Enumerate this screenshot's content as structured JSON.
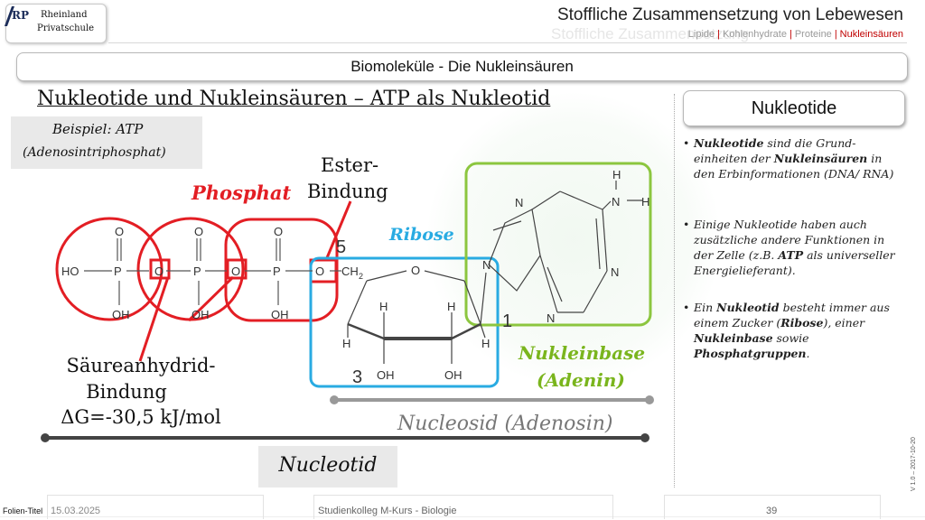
{
  "logo": {
    "mark": "RP",
    "line1": "Rheinland",
    "line2": "Privatschule"
  },
  "header": {
    "title": "Stoffliche Zusammensetzung von Lebewesen",
    "ghost_title": "Stoffliche Zusammensetzung",
    "nav": [
      {
        "label": "Lipide",
        "active": false
      },
      {
        "label": "Kohlenhydrate",
        "active": false
      },
      {
        "label": "Proteine",
        "active": false
      },
      {
        "label": "Nukleinsäuren",
        "active": true
      }
    ],
    "nav_active_color": "#c00000"
  },
  "topic": "Biomoleküle - Die Nukleinsäuren",
  "main_title": "Nukleotide und Nukleinsäuren – ATP als Nukleotid",
  "example": {
    "line1": "Beispiel: ATP",
    "line2": "(Adenosintriphosphat)"
  },
  "diagram": {
    "colors": {
      "phosphate": "#e31e24",
      "ribose": "#29abe2",
      "base": "#8cc63f",
      "bracket": "#555555",
      "label_blue": "#29abe2",
      "label_green": "#7ab51d"
    },
    "labels": {
      "phosphat": "Phosphat",
      "ester_line1": "Ester-",
      "ester_line2": "Bindung",
      "ribose": "Ribose",
      "anhydride_line1": "Säureanhydrid-",
      "anhydride_line2": "Bindung",
      "delta_g": "ΔG=-30,5 kJ/mol",
      "base_line1": "Nukleinbase",
      "base_line2": "(Adenin)",
      "nucleosid": "Nucleosid (Adenosin)",
      "nucleotid": "Nucleotid"
    },
    "atoms": {
      "ho": "HO",
      "p": "P",
      "o": "O",
      "oh": "OH",
      "ch2": "CH",
      "ch2_sub": "2",
      "h": "H",
      "n": "N",
      "c5": "5",
      "c3": "3",
      "c1": "1"
    }
  },
  "panel": {
    "title": "Nukleotide",
    "bullets": [
      [
        {
          "t": "Nukleotide",
          "b": true
        },
        {
          "t": " sind die Grund-einheiten der ",
          "b": false
        },
        {
          "t": "Nukleinsäuren",
          "b": true
        },
        {
          "t": " in den Erbinformationen (DNA/ RNA)",
          "b": false
        }
      ],
      [
        {
          "t": "Einige Nukleotide haben auch zusätzliche andere Funktionen in der Zelle (z.B. ",
          "b": false
        },
        {
          "t": "ATP",
          "b": true
        },
        {
          "t": " als universeller Energielieferant).",
          "b": false
        }
      ],
      [
        {
          "t": "Ein ",
          "b": false
        },
        {
          "t": "Nukleotid",
          "b": true
        },
        {
          "t": " besteht immer aus einem Zucker (",
          "b": false
        },
        {
          "t": "Ribose",
          "b": true
        },
        {
          "t": "), einer ",
          "b": false
        },
        {
          "t": "Nukleinbase",
          "b": true
        },
        {
          "t": " sowie ",
          "b": false
        },
        {
          "t": "Phosphatgruppen",
          "b": true
        },
        {
          "t": ".",
          "b": false
        }
      ]
    ]
  },
  "footer": {
    "label": "Folien-Titel",
    "date": "15.03.2025",
    "course": "Studienkolleg M-Kurs - Biologie",
    "page": "39",
    "version": "V 1.0 – 2017-10-20"
  }
}
